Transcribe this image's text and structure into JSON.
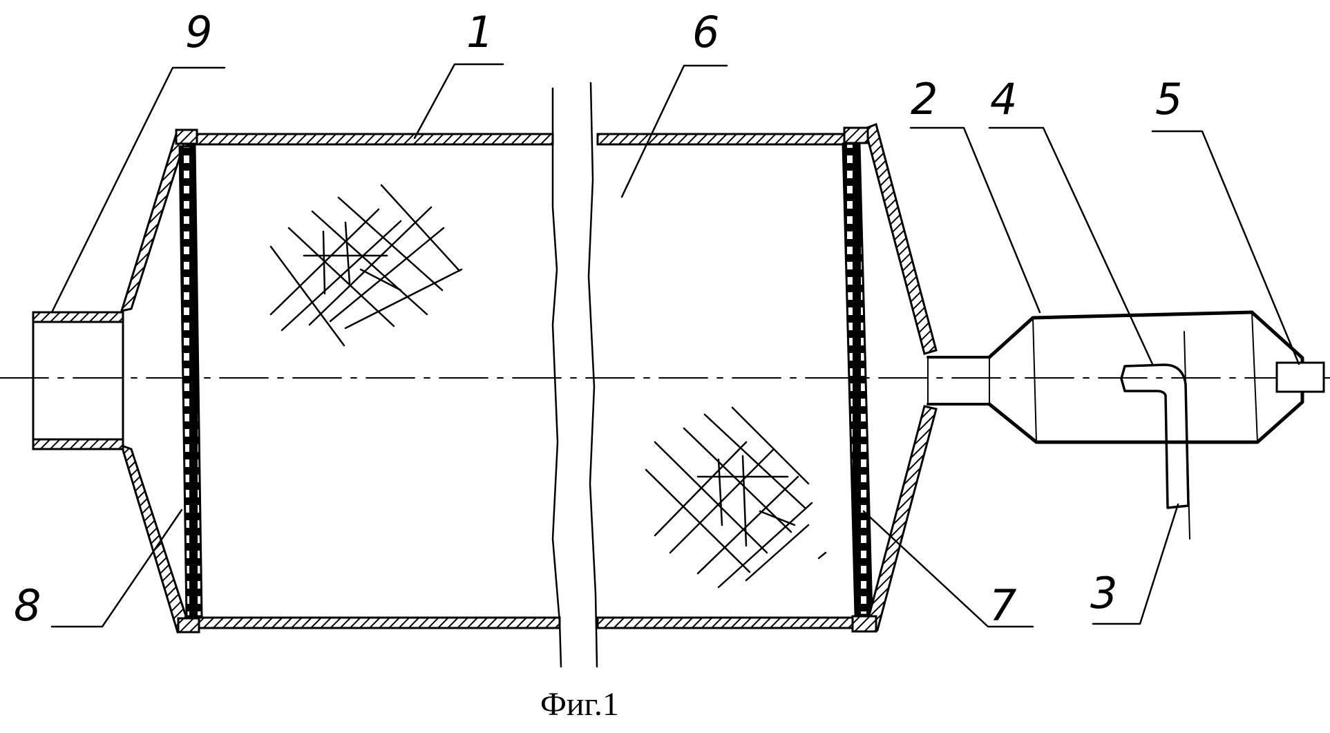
{
  "figure": {
    "caption": "Фиг.1",
    "labels": {
      "l1": "1",
      "l2": "2",
      "l3": "3",
      "l4": "4",
      "l5": "5",
      "l6": "6",
      "l7": "7",
      "l8": "8",
      "l9": "9"
    },
    "colors": {
      "ink": "#000000",
      "paper": "#ffffff"
    }
  }
}
